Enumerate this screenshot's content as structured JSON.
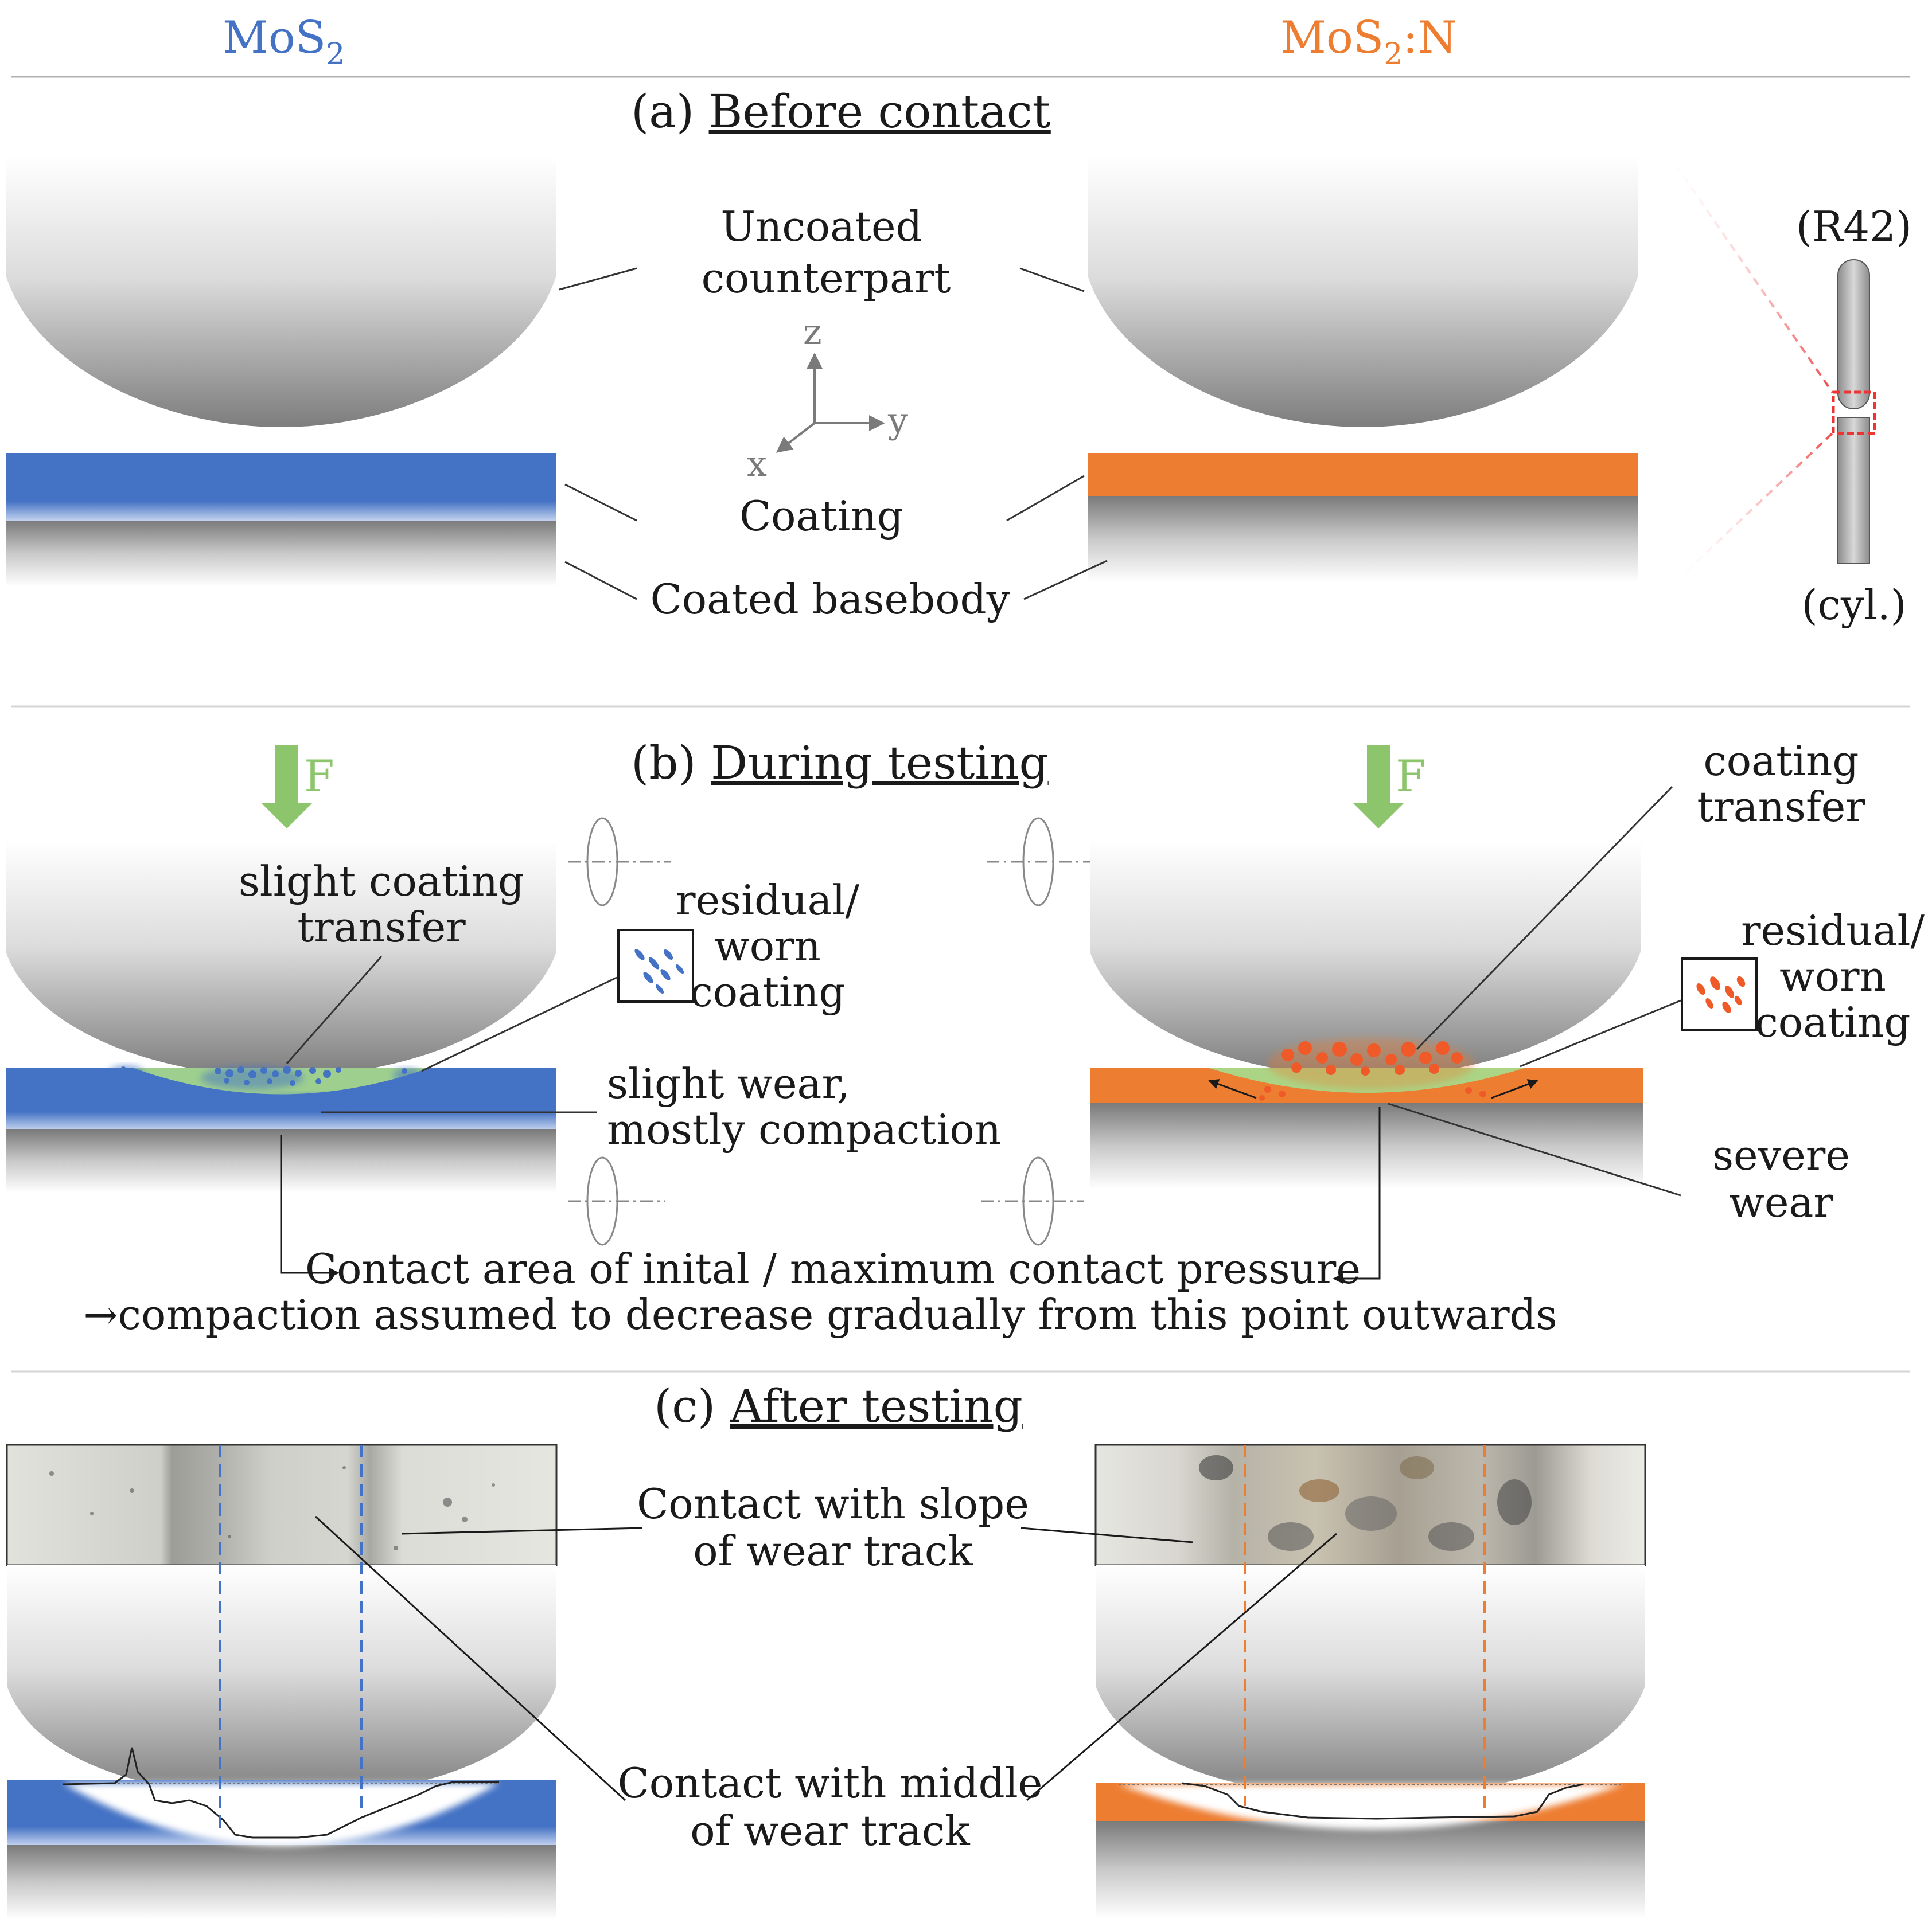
{
  "header": {
    "left_title": "MoS",
    "left_sub": "2",
    "right_title_a": "MoS",
    "right_sub": "2",
    "right_title_b": ":N",
    "left_color": "#4472c4",
    "right_color": "#ed7d31"
  },
  "section_a": {
    "prefix": "(a)",
    "title": "Before contact",
    "counterpart_l1": "Uncoated",
    "counterpart_l2": "counterpart",
    "coating": "Coating",
    "basebody": "Coated basebody",
    "axis_z": "z",
    "axis_y": "y",
    "axis_x": "x",
    "r42": "(R42)",
    "cyl": "(cyl.)"
  },
  "section_b": {
    "prefix": "(b)",
    "title": "During testing",
    "force_left": "F",
    "force_right": "F",
    "slight_transfer_l1": "slight coating",
    "slight_transfer_l2": "transfer",
    "residual_left_l1": "residual/",
    "residual_left_l2": "worn",
    "residual_left_l3": "coating",
    "slight_wear_l1": "slight wear,",
    "slight_wear_l2": "mostly compaction",
    "coating_transfer_l1": "coating",
    "coating_transfer_l2": "transfer",
    "residual_right_l1": "residual/",
    "residual_right_l2": "worn",
    "residual_right_l3": "coating",
    "severe_l1": "severe",
    "severe_l2": "wear",
    "contact_l1": "Contact area of inital / maximum contact pressure",
    "contact_l2": "→compaction assumed to decrease gradually from this point outwards",
    "force_color": "#8cc56b"
  },
  "section_c": {
    "prefix": "(c)",
    "title": "After testing",
    "slope_l1": "Contact with slope",
    "slope_l2": "of wear track",
    "middle_l1": "Contact with middle",
    "middle_l2": "of wear track"
  }
}
